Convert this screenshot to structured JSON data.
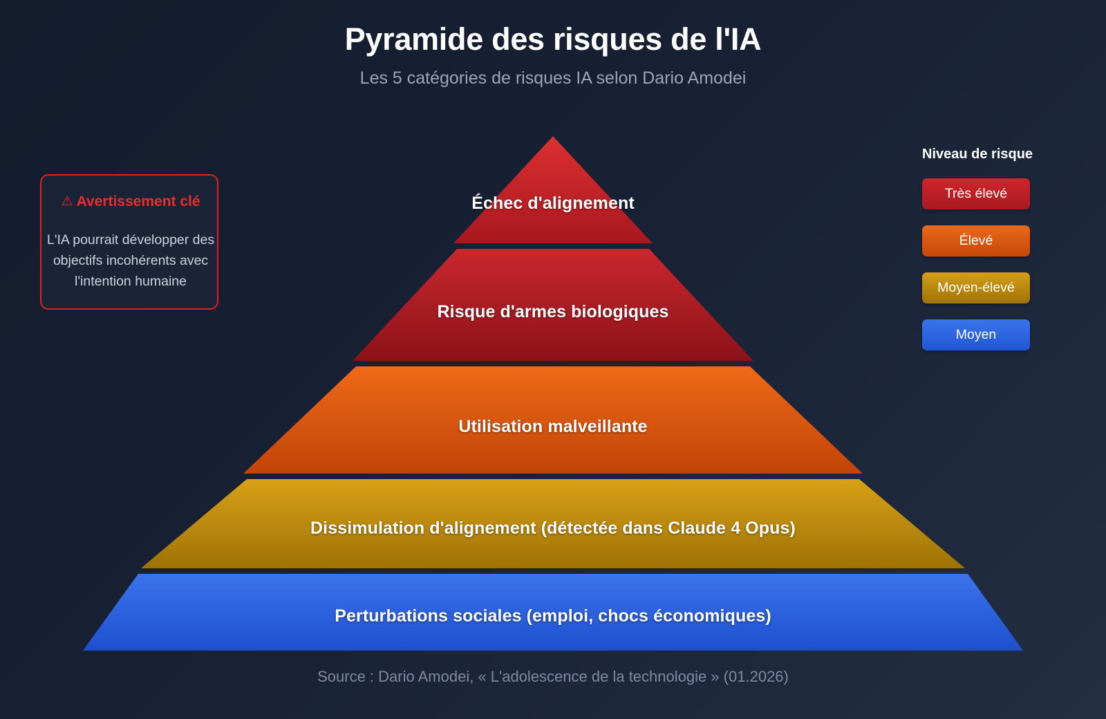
{
  "header": {
    "title": "Pyramide des risques de l'IA",
    "subtitle": "Les 5 catégories de risques IA selon Dario Amodei"
  },
  "warning": {
    "icon": "warning-triangle-icon",
    "icon_glyph": "⚠",
    "title": "Avertissement clé",
    "body": "L'IA pourrait développer des objectifs incohérents avec l'intention humaine",
    "border_color": "#e02020",
    "title_color": "#ef2b2b"
  },
  "legend": {
    "title": "Niveau de risque",
    "items": [
      {
        "label": "Très élevé",
        "color": "#c62128"
      },
      {
        "label": "Élevé",
        "color": "#da5a17"
      },
      {
        "label": "Moyen-élevé",
        "color": "#c89412"
      },
      {
        "label": "Moyen",
        "color": "#2558d8"
      }
    ]
  },
  "footer": {
    "source": "Source : Dario Amodei, « L'adolescence de la technologie » (01.2026)"
  },
  "chart_data": {
    "type": "pyramid",
    "title": "Pyramide des risques de l'IA",
    "subtitle": "Les 5 catégories de risques IA selon Dario Amodei",
    "levels": [
      {
        "rank": 1,
        "label": "Échec d'alignement",
        "risk_level": "Très élevé",
        "color_top": "#dc3030",
        "color_bottom": "#a8181f"
      },
      {
        "rank": 2,
        "label": "Risque d'armes biologiques",
        "risk_level": "Très élevé",
        "color_top": "#c9282e",
        "color_bottom": "#8c1219"
      },
      {
        "rank": 3,
        "label": "Utilisation malveillante",
        "risk_level": "Élevé",
        "color_top": "#ee6a18",
        "color_bottom": "#c24408"
      },
      {
        "rank": 4,
        "label": "Dissimulation d'alignement (détectée dans Claude 4 Opus)",
        "risk_level": "Moyen-élevé",
        "color_top": "#d8a016",
        "color_bottom": "#9e7305"
      },
      {
        "rank": 5,
        "label": "Perturbations sociales (emploi, chocs économiques)",
        "risk_level": "Moyen",
        "color_top": "#3a74ec",
        "color_bottom": "#1f4fd0"
      }
    ],
    "legend_entries": [
      "Très élevé",
      "Élevé",
      "Moyen-élevé",
      "Moyen"
    ],
    "legend_position": "right",
    "annotations": [
      "Avertissement clé : L'IA pourrait développer des objectifs incohérents avec l'intention humaine"
    ],
    "source": "Source : Dario Amodei, « L'adolescence de la technologie » (01.2026)"
  }
}
